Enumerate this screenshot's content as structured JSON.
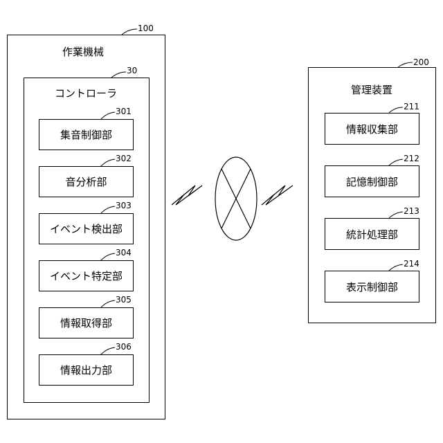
{
  "work_machine": {
    "ref": "100",
    "title": "作業機械",
    "controller": {
      "ref": "30",
      "title": "コントローラ",
      "units": [
        {
          "ref": "301",
          "label": "集音制御部"
        },
        {
          "ref": "302",
          "label": "音分析部"
        },
        {
          "ref": "303",
          "label": "イベント検出部"
        },
        {
          "ref": "304",
          "label": "イベント特定部"
        },
        {
          "ref": "305",
          "label": "情報取得部"
        },
        {
          "ref": "306",
          "label": "情報出力部"
        }
      ]
    }
  },
  "management_device": {
    "ref": "200",
    "title": "管理装置",
    "units": [
      {
        "ref": "211",
        "label": "情報収集部"
      },
      {
        "ref": "212",
        "label": "記憶制御部"
      },
      {
        "ref": "213",
        "label": "統計処理部"
      },
      {
        "ref": "214",
        "label": "表示制御部"
      }
    ]
  }
}
